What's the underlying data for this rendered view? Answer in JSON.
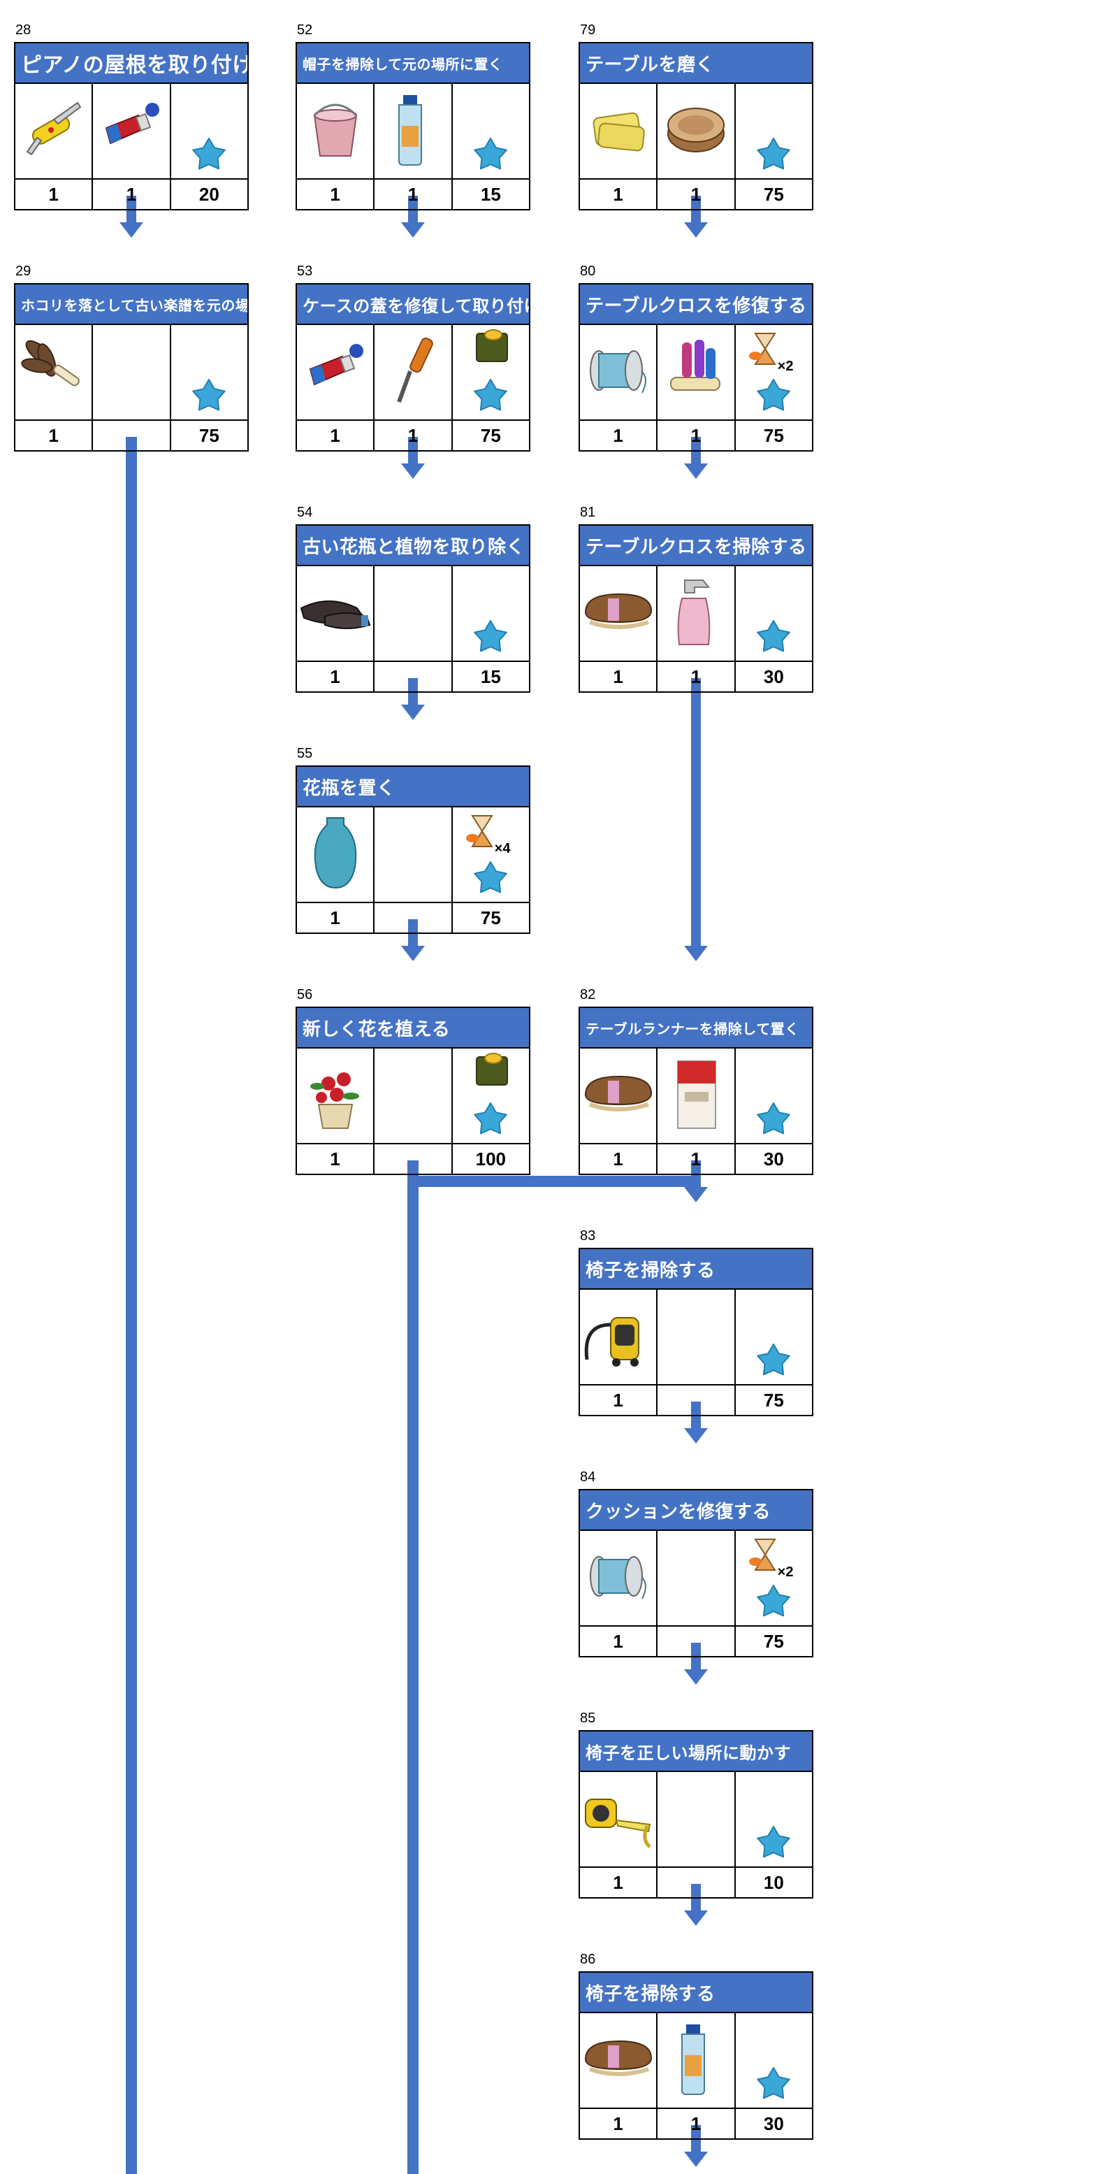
{
  "colors": {
    "header": "#4472C4",
    "arrow": "#4472C4",
    "star": "#3AA7D8"
  },
  "cards": [
    {
      "id": "28",
      "title": "ピアノの屋根を取り付ける",
      "items": [
        "swiss-knife-icon",
        "glue-tube-icon",
        "star-icon"
      ],
      "counts": [
        "1",
        "1",
        "20"
      ]
    },
    {
      "id": "29",
      "title": "ホコリを落として古い楽譜を元の場所に置く",
      "items": [
        "feather-duster-icon",
        "",
        "star-icon"
      ],
      "counts": [
        "1",
        "",
        "75"
      ]
    },
    {
      "id": "52",
      "title": "帽子を掃除して元の場所に置く",
      "items": [
        "bucket-icon",
        "detergent-bottle-icon",
        "star-icon"
      ],
      "counts": [
        "1",
        "1",
        "15"
      ]
    },
    {
      "id": "53",
      "title": "ケースの蓋を修復して取り付ける",
      "items": [
        "glue-tube-icon",
        "screwdriver-icon",
        "coin-box-star-icon"
      ],
      "counts": [
        "1",
        "1",
        "75"
      ]
    },
    {
      "id": "54",
      "title": "古い花瓶と植物を取り除く",
      "items": [
        "gloves-icon",
        "",
        "star-icon"
      ],
      "counts": [
        "1",
        "",
        "15"
      ]
    },
    {
      "id": "55",
      "title": "花瓶を置く",
      "items": [
        "vase-icon",
        "",
        "hourglass-star-icon"
      ],
      "counts": [
        "1",
        "",
        "75"
      ],
      "mult": "×4"
    },
    {
      "id": "56",
      "title": "新しく花を植える",
      "items": [
        "flower-pot-icon",
        "",
        "coin-box-star-icon"
      ],
      "counts": [
        "1",
        "",
        "100"
      ]
    },
    {
      "id": "79",
      "title": "テーブルを磨く",
      "items": [
        "cloth-icon",
        "polish-tin-icon",
        "star-icon"
      ],
      "counts": [
        "1",
        "1",
        "75"
      ]
    },
    {
      "id": "80",
      "title": "テーブルクロスを修復する",
      "items": [
        "thread-spool-icon",
        "fabric-rolls-icon",
        "hourglass-star-icon"
      ],
      "counts": [
        "1",
        "1",
        "75"
      ],
      "mult": "×2"
    },
    {
      "id": "81",
      "title": "テーブルクロスを掃除する",
      "items": [
        "brush-icon",
        "spray-bottle-icon",
        "star-icon"
      ],
      "counts": [
        "1",
        "1",
        "30"
      ]
    },
    {
      "id": "82",
      "title": "テーブルランナーを掃除して置く",
      "items": [
        "brush-icon",
        "soap-box-icon",
        "star-icon"
      ],
      "counts": [
        "1",
        "1",
        "30"
      ]
    },
    {
      "id": "83",
      "title": "椅子を掃除する",
      "items": [
        "vacuum-icon",
        "",
        "star-icon"
      ],
      "counts": [
        "1",
        "",
        "75"
      ]
    },
    {
      "id": "84",
      "title": "クッションを修復する",
      "items": [
        "thread-spool-icon",
        "",
        "hourglass-star-icon"
      ],
      "counts": [
        "1",
        "",
        "75"
      ],
      "mult": "×2"
    },
    {
      "id": "85",
      "title": "椅子を正しい場所に動かす",
      "items": [
        "tape-measure-icon",
        "",
        "star-icon"
      ],
      "counts": [
        "1",
        "",
        "10"
      ]
    },
    {
      "id": "86",
      "title": "椅子を掃除する",
      "items": [
        "brush-icon",
        "detergent-bottle-icon",
        "star-icon"
      ],
      "counts": [
        "1",
        "1",
        "30"
      ]
    }
  ]
}
